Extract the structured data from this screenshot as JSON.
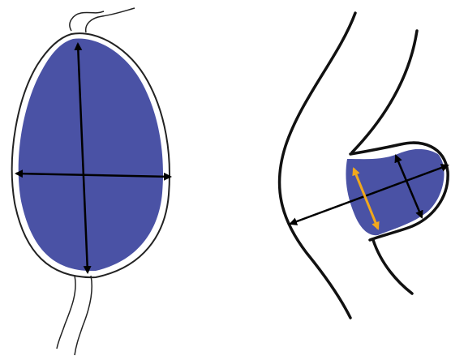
{
  "diagram": {
    "panels": [
      {
        "id": "left",
        "subject": "pear-shaped-sac",
        "fill_color": "#4a52a5",
        "outline_color": "#222222",
        "arrows": [
          {
            "id": "long-axis",
            "color": "#000000"
          },
          {
            "id": "short-axis",
            "color": "#000000"
          }
        ]
      },
      {
        "id": "right",
        "subject": "side-pouch-on-curved-vessel",
        "fill_color": "#4a52a5",
        "outline_color": "#111111",
        "arrows": [
          {
            "id": "parent-vessel-diameter",
            "color": "#000000"
          },
          {
            "id": "pouch-height",
            "color": "#000000"
          },
          {
            "id": "neck-width",
            "color": "#f1a81c"
          }
        ]
      }
    ]
  }
}
